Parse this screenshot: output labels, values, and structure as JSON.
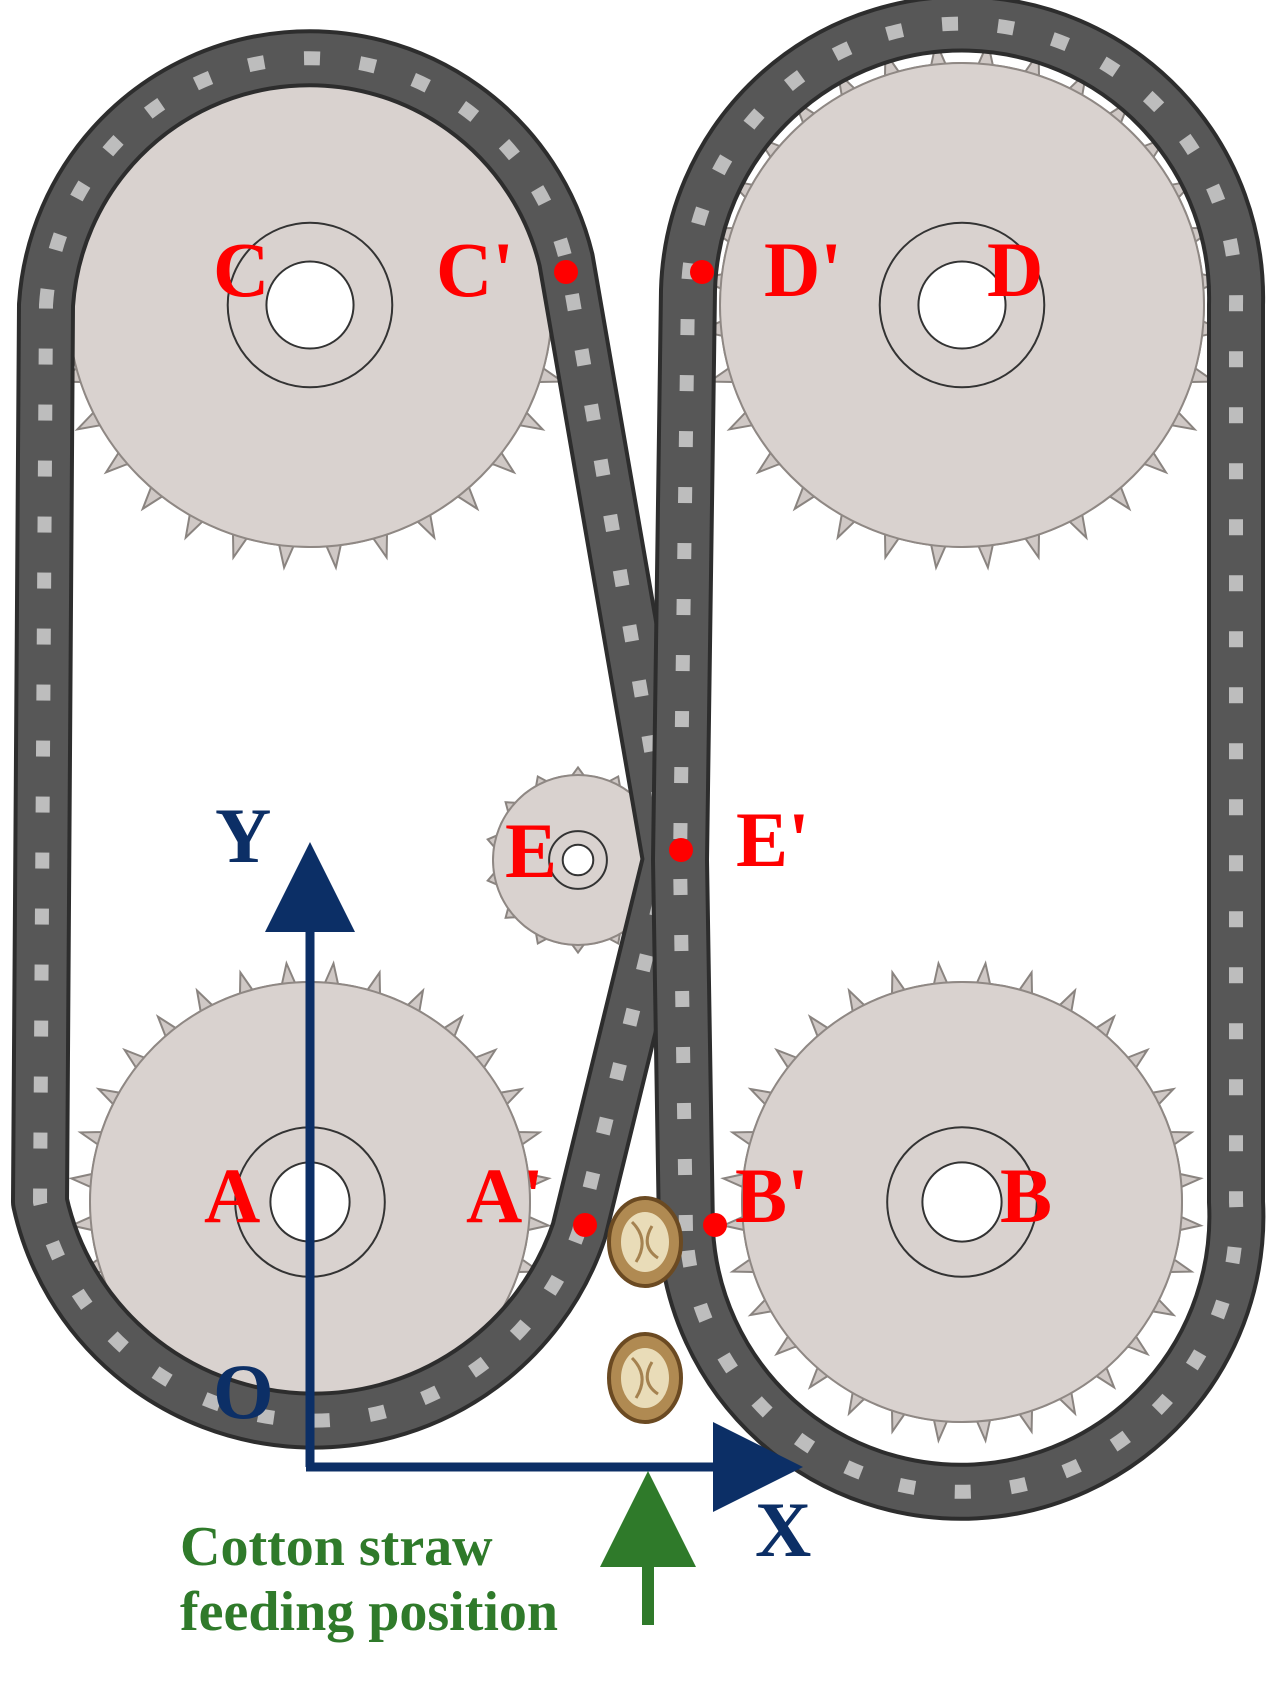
{
  "colors": {
    "wheel": "#d9d2cf",
    "chain": "#575757",
    "chain_dark": "#2d2d2d",
    "point": "#ff0000",
    "axis": "#0c2f66",
    "feed": "#2f7a2a"
  },
  "points": {
    "A": "A",
    "A_prime": "A'",
    "B": "B",
    "B_prime": "B'",
    "C": "C",
    "C_prime": "C'",
    "D": "D",
    "D_prime": "D'",
    "E": "E",
    "E_prime": "E'"
  },
  "axes": {
    "x": "X",
    "y": "Y",
    "origin": "O"
  },
  "feed": {
    "line1": "Cotton straw",
    "line2": "feeding position"
  }
}
